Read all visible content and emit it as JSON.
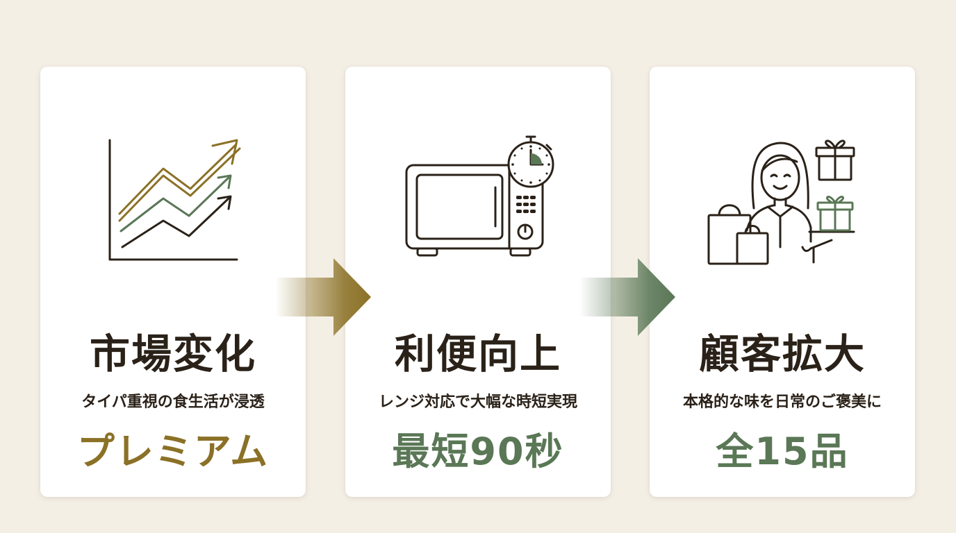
{
  "colors": {
    "background": "#f4efe5",
    "card": "#ffffff",
    "ink": "#2a2118",
    "gold": "#8b7126",
    "green": "#5a7756"
  },
  "steps": [
    {
      "title": "市場変化",
      "subtitle": "タイパ重視の食生活が浸透",
      "highlight": "プレミアム",
      "highlight_color": "#8b7126",
      "icon": "growth-chart-icon"
    },
    {
      "title": "利便向上",
      "subtitle": "レンジ対応で大幅な時短実現",
      "highlight": "最短90秒",
      "highlight_color": "#5a7756",
      "icon": "microwave-timer-icon"
    },
    {
      "title": "顧客拡大",
      "subtitle": "本格的な味を日常のご褒美に",
      "highlight": "全15品",
      "highlight_color": "#5a7756",
      "icon": "customer-gift-icon"
    }
  ],
  "arrows": [
    {
      "icon": "arrow-right-icon",
      "color": "#8b7126"
    },
    {
      "icon": "arrow-right-icon",
      "color": "#5a7756"
    }
  ]
}
